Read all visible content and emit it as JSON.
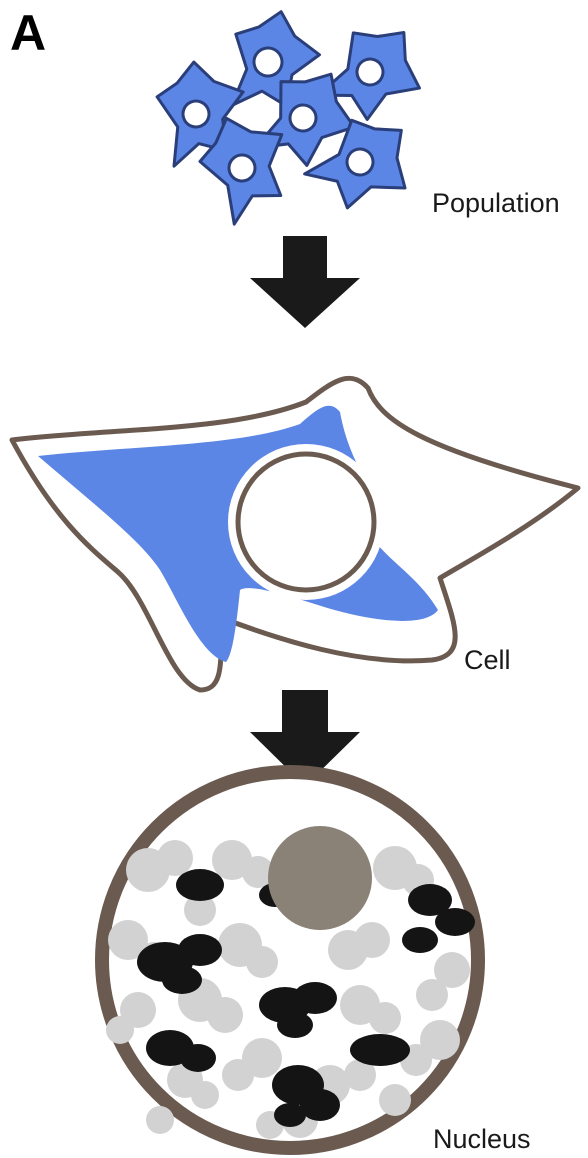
{
  "panel_letter": "A",
  "stages": [
    {
      "key": "population",
      "label": "Population"
    },
    {
      "key": "cell",
      "label": "Cell"
    },
    {
      "key": "nucleus",
      "label": "Nucleus"
    }
  ],
  "colors": {
    "cell_fill": "#5b86e5",
    "cell_outline": "#2a3e7a",
    "membrane": "#6b5a50",
    "arrow": "#1a1a1a",
    "nucleolus": "#8a8276",
    "chromatin_dark": "#141414",
    "chromatin_light": "#d2d2d2"
  }
}
